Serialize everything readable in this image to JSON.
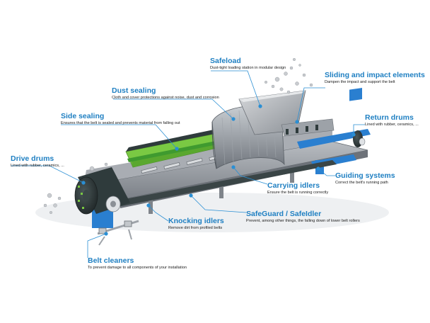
{
  "colors": {
    "accent": "#1e7fc2",
    "belt_green": "#7ac943",
    "frame_blue": "#2a7fd0",
    "cover_grey": "#8a8f96",
    "drum_dark": "#2f3b3c"
  },
  "callouts": [
    {
      "id": "safeload",
      "title": "Safeload",
      "desc": "Dust-tight loading station in modular design"
    },
    {
      "id": "sliding",
      "title": "Sliding and impact elements",
      "desc": "Dampen the impact and support the belt"
    },
    {
      "id": "dust",
      "title": "Dust sealing",
      "desc": "Cloth and cover protections against noise, dust and corrosion"
    },
    {
      "id": "side",
      "title": "Side sealing",
      "desc": "Ensures that the belt is sealed and prevents material from falling out"
    },
    {
      "id": "return",
      "title": "Return drums",
      "desc": "Lined with rubber, ceramics, ..."
    },
    {
      "id": "drive",
      "title": "Drive drums",
      "desc": "Lined with rubber, ceramics, ..."
    },
    {
      "id": "guiding",
      "title": "Guiding systems",
      "desc": "Correct the belt's running path"
    },
    {
      "id": "carrying",
      "title": "Carrying idlers",
      "desc": "Ensure the belt is running correctly"
    },
    {
      "id": "safeguard",
      "title": "SafeGuard / SafeIdler",
      "desc": "Prevent, among other things, the falling down of lower belt rollers"
    },
    {
      "id": "knocking",
      "title": "Knocking idlers",
      "desc": "Remove dirt from profiled belts"
    },
    {
      "id": "cleaners",
      "title": "Belt cleaners",
      "desc": "To prevent damage to all components of your installation"
    }
  ]
}
